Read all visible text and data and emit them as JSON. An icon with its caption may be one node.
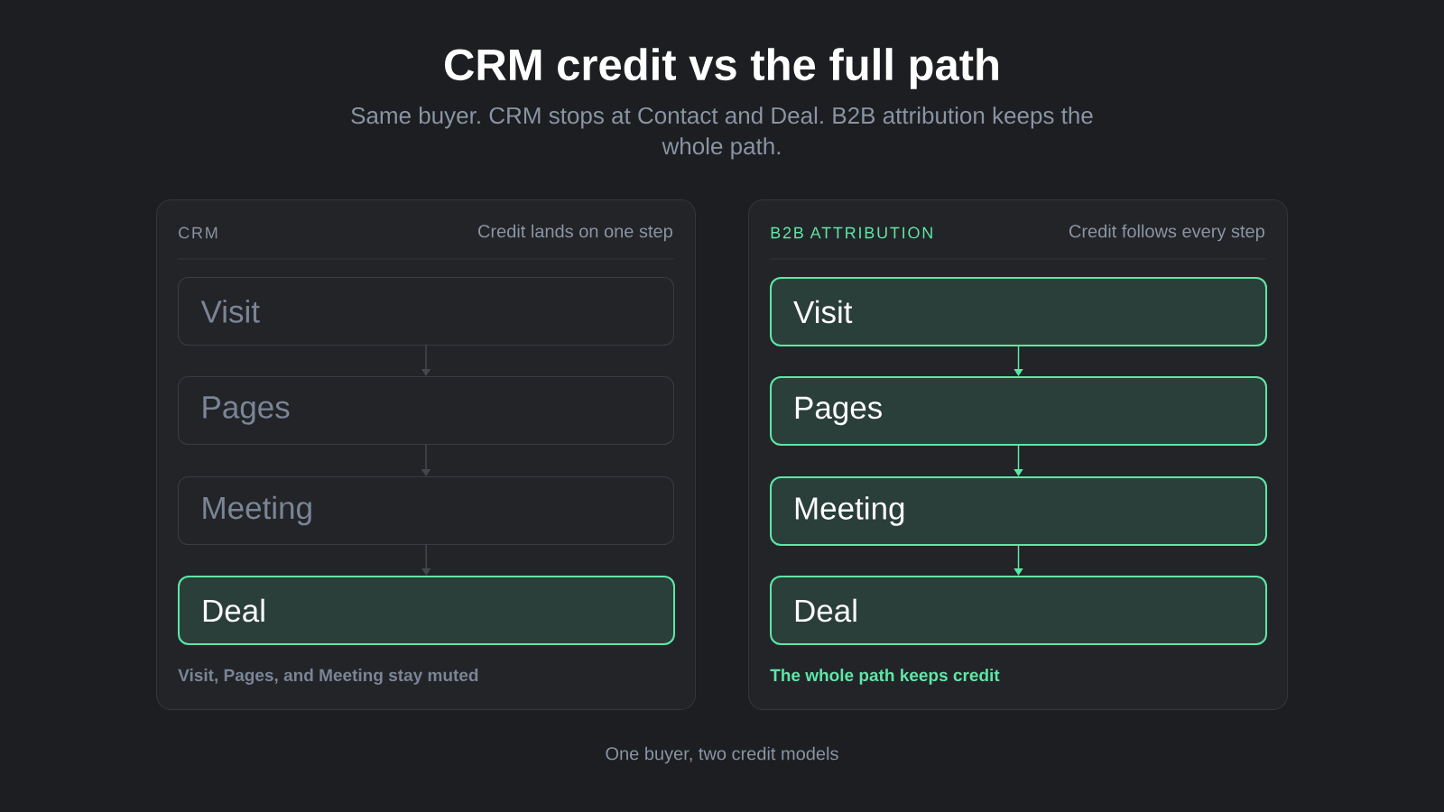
{
  "diagram": {
    "title": "CRM credit vs the full path",
    "caption": "One buyer, two credit models",
    "nodes": [
      {
        "text": [
          "CRM",
          "Credit lands on one step",
          "Visit, Pages, and Meeting stay muted"
        ]
      },
      {
        "text": [
          "Visit"
        ],
        "in": 0
      },
      {
        "text": [
          "Pages"
        ],
        "in": 0
      },
      {
        "text": [
          "Meeting"
        ],
        "in": 0
      },
      {
        "text": [
          "Deal"
        ],
        "in": 0
      },
      {
        "text": [
          "B2B ATTRIBUTION",
          "Credit follows every step",
          "The whole path keeps credit"
        ]
      },
      {
        "text": [
          "Visit"
        ],
        "in": 5
      },
      {
        "text": [
          "Pages"
        ],
        "in": 5
      },
      {
        "text": [
          "Meeting"
        ],
        "in": 5
      },
      {
        "text": [
          "Deal"
        ],
        "in": 5
      }
    ],
    "edges": [
      {
        "from": 1,
        "to": 2,
        "arrow": "to",
        "color": "#45474d"
      },
      {
        "from": 2,
        "to": 3,
        "arrow": "to",
        "color": "#45474d"
      },
      {
        "from": 3,
        "to": 4,
        "arrow": "to",
        "color": "#45474d"
      },
      {
        "from": 6,
        "to": 7,
        "arrow": "to",
        "color": "#5ee6a6"
      },
      {
        "from": 7,
        "to": 8,
        "arrow": "to",
        "color": "#5ee6a6"
      },
      {
        "from": 8,
        "to": 9,
        "arrow": "to",
        "color": "#5ee6a6"
      }
    ],
    "labels": [
      "Same buyer. CRM stops at Contact and Deal. B2B attribution keeps the whole path."
    ]
  }
}
